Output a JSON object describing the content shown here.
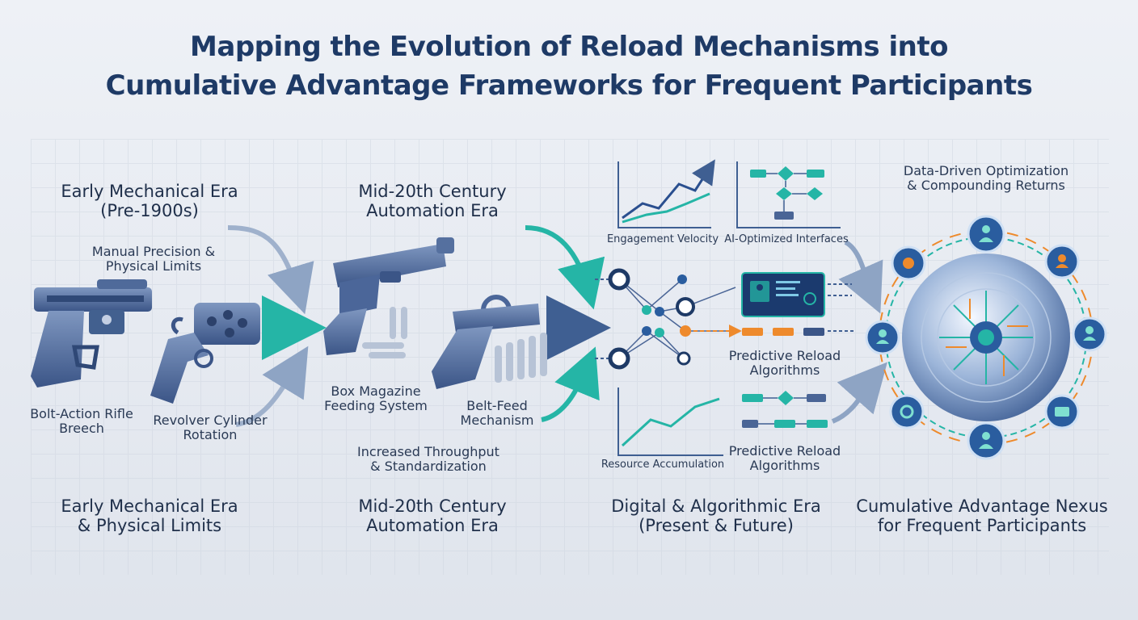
{
  "title": {
    "line1": "Mapping the Evolution of Reload Mechanisms into",
    "line2": "Cumulative Advantage Frameworks for Frequent Participants"
  },
  "top_labels": {
    "early_era": [
      "Early Mechanical Era",
      "(Pre-1900s)"
    ],
    "early_sub": [
      "Manual Precision &",
      "Physical Limits"
    ],
    "mid_era": [
      "Mid-20th Century",
      "Automation Era"
    ],
    "data_driven": [
      "Data-Driven Optimization",
      "& Compounding Returns"
    ]
  },
  "item_labels": {
    "bolt_action": [
      "Bolt-Action Rifle",
      "Breech"
    ],
    "revolver": [
      "Revolver Cylinder",
      "Rotation"
    ],
    "box_magazine": [
      "Box Magazine",
      "Feeding System"
    ],
    "belt_feed": [
      "Belt-Feed",
      "Mechanism"
    ],
    "throughput": [
      "Increased Throughput",
      "& Standardization"
    ],
    "engagement_velocity": "Engagement Velocity",
    "ai_interfaces": "AI-Optimized Interfaces",
    "predictive_1": [
      "Predictive Reload",
      "Algorithms"
    ],
    "predictive_2": [
      "Predictive Reload",
      "Algorithms"
    ],
    "resource_accumulation": "Resource Accumulation"
  },
  "bottom_labels": {
    "early": [
      "Early Mechanical Era",
      "& Physical Limits"
    ],
    "mid": [
      "Mid-20th Century",
      "Automation Era"
    ],
    "digital": [
      "Digital & Algorithmic Era",
      "(Present & Future)"
    ],
    "nexus": [
      "Cumulative Advantage Nexus",
      "for Frequent Participants"
    ]
  },
  "colors": {
    "navy": "#1e3a66",
    "steel": "#4a6596",
    "teal": "#25b5a6",
    "orange": "#ee8a2c",
    "node": "#2a5d9f"
  }
}
